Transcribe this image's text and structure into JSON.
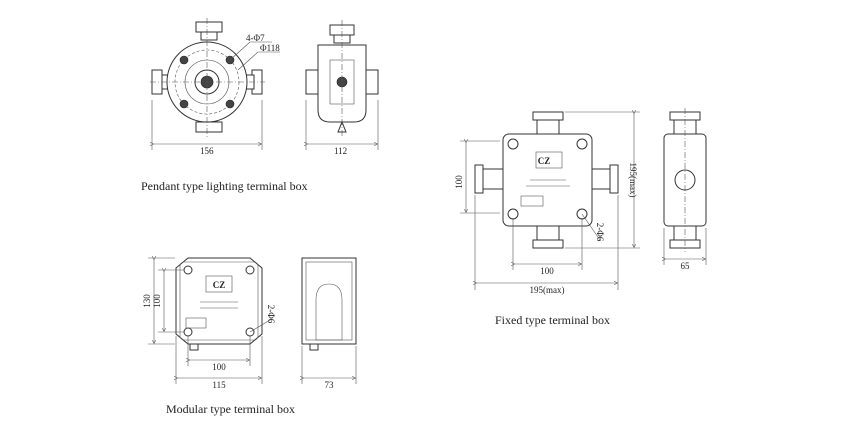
{
  "pendant": {
    "caption": "Pendant type lighting terminal box",
    "dim_width": "156",
    "dim_side": "112",
    "dim_holes": "4-Φ7",
    "dim_circle": "Φ118"
  },
  "fixed": {
    "caption": "Fixed type terminal box",
    "dim_height": "100",
    "dim_total_height": "195(max)",
    "dim_holes": "2-Φ6",
    "dim_inner_width": "100",
    "dim_total_width": "195(max)",
    "dim_side": "65"
  },
  "modular": {
    "caption": "Modular type terminal box",
    "dim_outer_height": "130",
    "dim_inner_height": "100",
    "dim_holes": "2-Φ6",
    "dim_inner_width": "100",
    "dim_outer_width": "115",
    "dim_side": "73"
  },
  "logo": {
    "text": "CZ"
  }
}
